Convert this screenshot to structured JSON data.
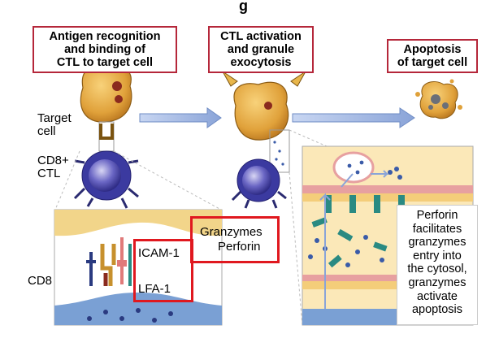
{
  "title_partial": "g",
  "steps": [
    {
      "line1": "Antigen recognition",
      "line2": "and binding of",
      "line3": "CTL to target cell"
    },
    {
      "line1": "CTL activation",
      "line2": "and granule",
      "line3": "exocytosis"
    },
    {
      "line1": "Apoptosis",
      "line2": "of target cell"
    }
  ],
  "labels": {
    "target_cell_1": "Target",
    "target_cell_2": "cell",
    "cd8_ctl_1": "CD8+",
    "cd8_ctl_2": "CTL",
    "cd8": "CD8",
    "icam": "ICAM-1",
    "lfa": "LFA-1",
    "granzymes": "Granzymes",
    "perforin": "Perforin"
  },
  "perforin_note": [
    "Perforin",
    "facilitates",
    "granzymes",
    "entry into",
    "the cytosol,",
    "granzymes",
    "activate",
    "apoptosis"
  ],
  "colors": {
    "accent_red": "#e0181f",
    "box_border": "#b5273a",
    "cell_orange": "#e0a13a",
    "ctl_purple": "#4a48a8",
    "arrow_blue": "#8aa4d8",
    "membrane_yellow": "#f2d58a",
    "teal": "#2a8a82"
  }
}
